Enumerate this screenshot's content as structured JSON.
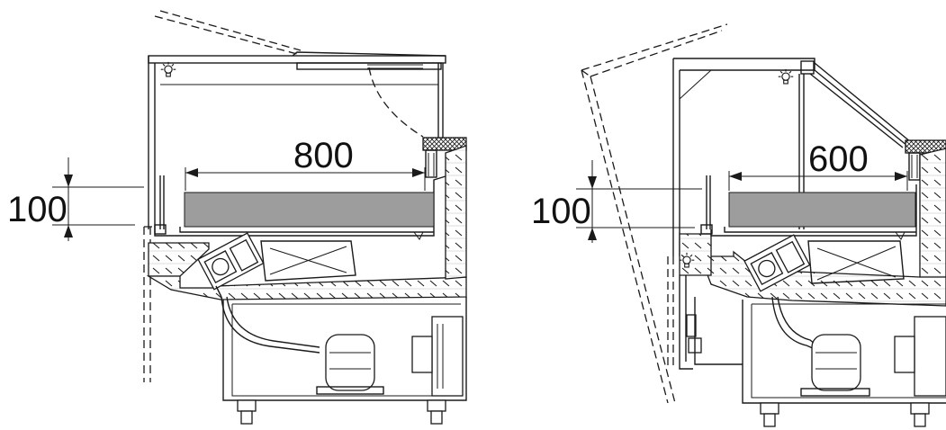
{
  "left_unit": {
    "depth_dimension": "800",
    "height_dimension": "100"
  },
  "right_unit": {
    "depth_dimension": "600",
    "height_dimension": "100"
  },
  "icons": [
    "light-bulb-icon",
    "light-bulb-icon",
    "light-bulb-icon"
  ]
}
